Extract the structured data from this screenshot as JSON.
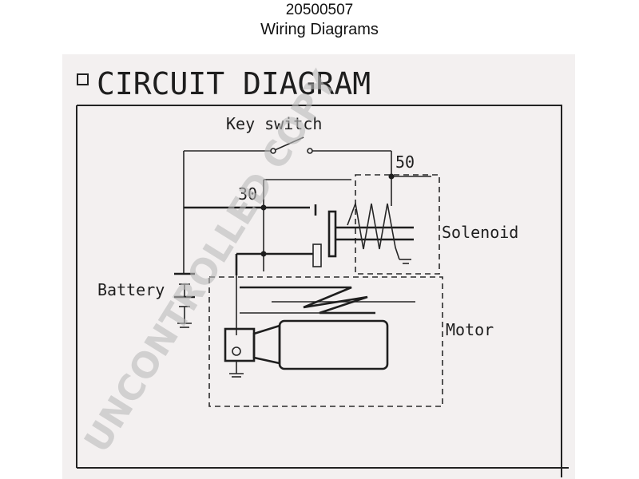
{
  "header": {
    "part_number": "20500507",
    "title": "Wiring Diagrams"
  },
  "diagram": {
    "title": "CIRCUIT DIAGRAM",
    "labels": {
      "key_switch": "Key switch",
      "terminal_50": "50",
      "terminal_30": "30",
      "solenoid": "Solenoid",
      "battery": "Battery",
      "motor": "Motor"
    }
  },
  "watermark": "UNCONTROLLED COPY"
}
